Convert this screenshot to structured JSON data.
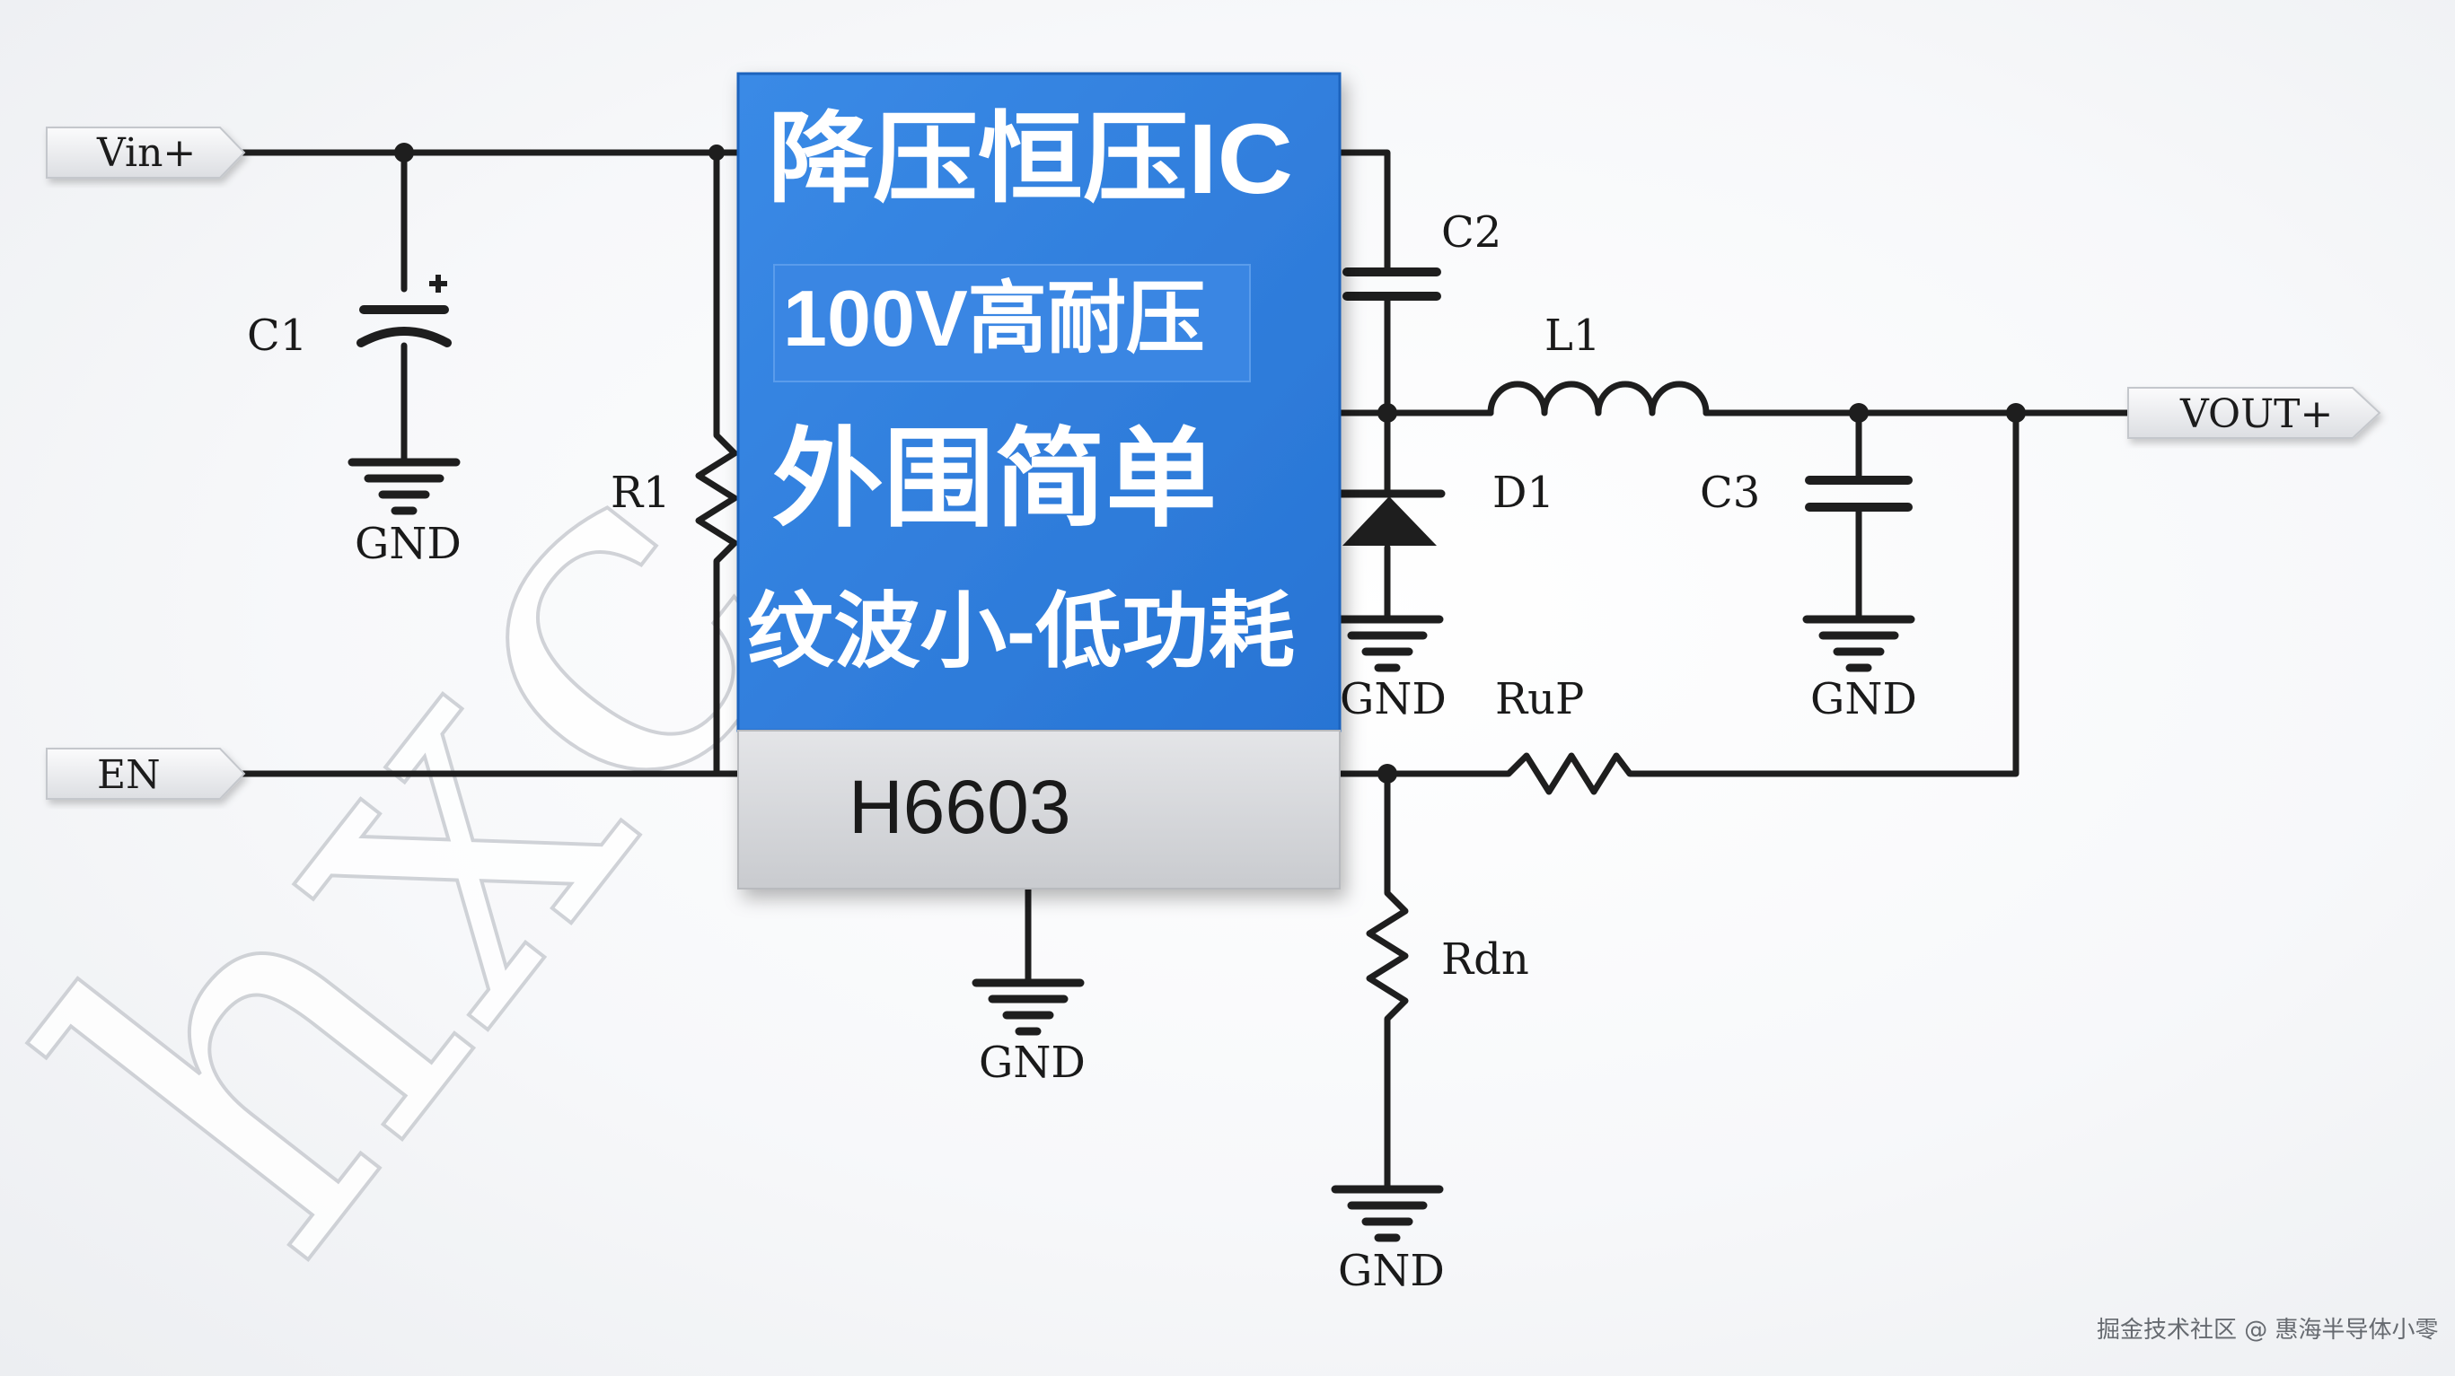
{
  "watermark": {
    "text": "hxc"
  },
  "chip": {
    "line1": "降压恒压IC",
    "line2": "100V高耐压",
    "line3": "外围简单",
    "line4": "纹波小-低功耗",
    "part_number": "H6603",
    "colors": {
      "body": "#2f7fde",
      "footer": "#d8d9dc"
    }
  },
  "ports": {
    "vin": "Vin+",
    "en": "EN",
    "vout": "VOUT+"
  },
  "components": {
    "c1": "C1",
    "r1": "R1",
    "c2": "C2",
    "l1": "L1",
    "d1": "D1",
    "c3": "C3",
    "rup": "RuP",
    "rdn": "Rdn"
  },
  "ground_labels": {
    "c1": "GND",
    "d1": "GND",
    "c3": "GND",
    "chip": "GND",
    "rdn": "GND"
  },
  "footer": {
    "credit": "掘金技术社区 @ 惠海半导体小零"
  }
}
